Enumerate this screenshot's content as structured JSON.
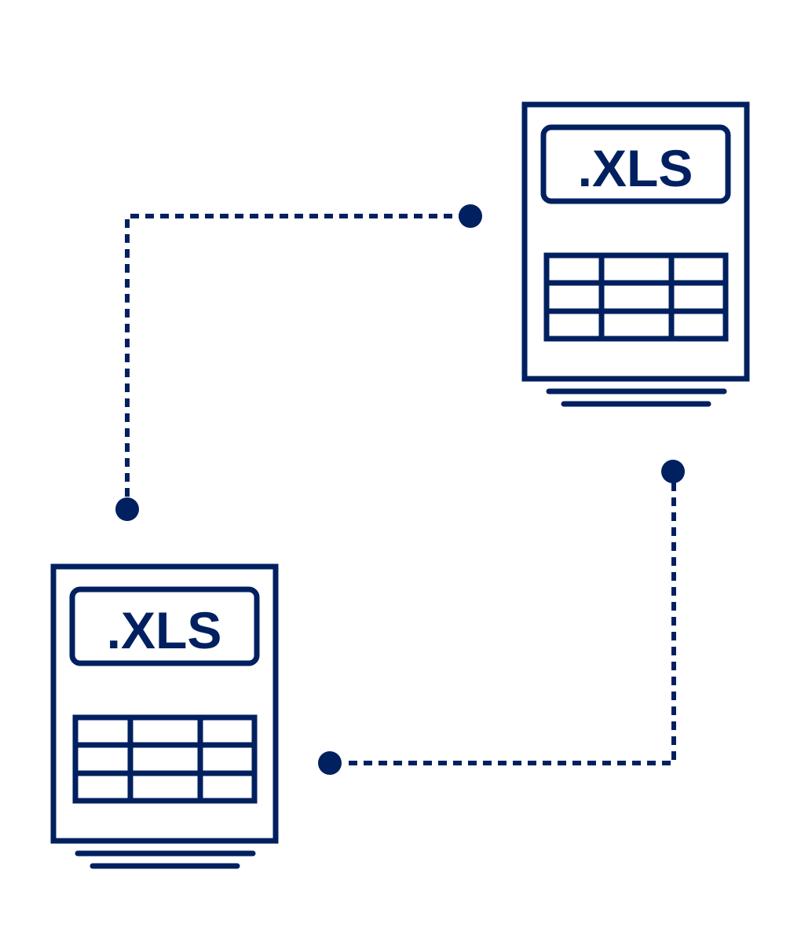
{
  "colors": {
    "primary": "#002060",
    "background": "#ffffff"
  },
  "documents": [
    {
      "label": ".XLS",
      "icon": "spreadsheet-file-icon"
    },
    {
      "label": ".XLS",
      "icon": "spreadsheet-file-icon"
    }
  ],
  "connectors": [
    {
      "style": "dotted",
      "from": "top-left-dot",
      "to": "top-right-dot"
    },
    {
      "style": "dotted",
      "from": "bottom-left-dot",
      "to": "right-dot"
    }
  ]
}
